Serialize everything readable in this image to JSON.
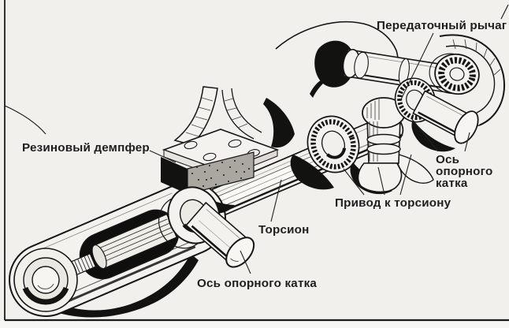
{
  "diagram": {
    "colors": {
      "paper": "#f1f0ec",
      "ink": "#161616",
      "label_text": "#1e1e1e",
      "rubber_speckle_face": "#a9a79f"
    },
    "labels": {
      "transfer_lever": "Передаточный рычаг",
      "rubber_damper": "Резиновый демпфер",
      "road_wheel_axle_right": {
        "line1": "Ось",
        "line2": "опорного",
        "line3": "катка"
      },
      "torsion_drive": "Привод к торсиону",
      "torsion_bar": "Торсион",
      "road_wheel_axle_bottom": "Ось опорного катка"
    }
  }
}
